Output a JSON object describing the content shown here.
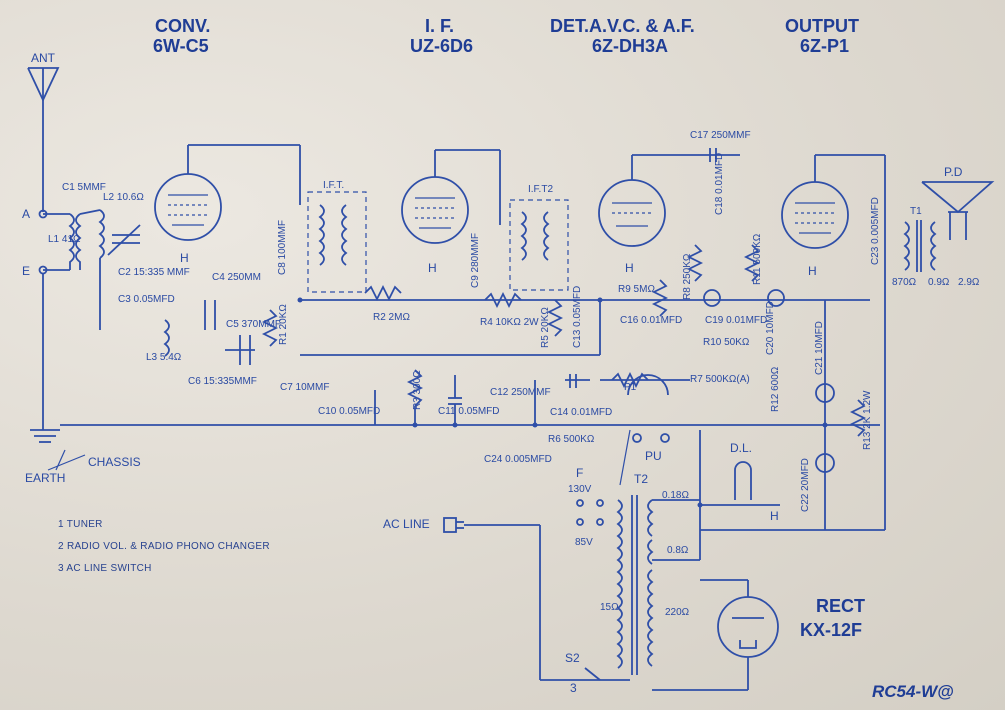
{
  "stages": [
    {
      "name": "CONV.",
      "tube": "6W-C5"
    },
    {
      "name": "I.  F.",
      "tube": "UZ-6D6"
    },
    {
      "name": "DET.A.V.C. & A.F.",
      "tube": "6Z-DH3A"
    },
    {
      "name": "OUTPUT",
      "tube": "6Z-P1"
    }
  ],
  "rectifier": {
    "name": "RECT",
    "tube": "KX-12F"
  },
  "code": "RC54-W@",
  "labels": {
    "ant": "ANT",
    "terminal_a": "A",
    "terminal_e": "E",
    "earth": "EARTH",
    "chassis": "CHASSIS",
    "ac_line": "AC LINE",
    "speaker": "P.D",
    "dial_lamp": "D.L.",
    "pu": "PU",
    "ift1": "I.F.T.",
    "ift2": "I.F.T2",
    "t1": "T1",
    "t2": "T2",
    "fuse": "F",
    "s2": "S2",
    "v130": "130V",
    "v85": "85V"
  },
  "components": {
    "c1": "C1 5MMF",
    "l1": "L1 41Ω",
    "l2": "L2 10.6Ω",
    "c2": "C2 15:335 MMF",
    "c3": "C3 0.05MFD",
    "l3": "L3 5.4Ω",
    "c4": "C4 250MM",
    "c5": "C5 370MMF",
    "c6": "C6 15:335MMF",
    "c7": "C7 10MMF",
    "c8": "C8 100MMF",
    "r1": "R1 20KΩ",
    "c10": "C10 0.05MFD",
    "c11": "C11 0.05MFD",
    "r2": "R2 2MΩ",
    "r3": "R3 300Ω",
    "r4": "R4 10KΩ 2W",
    "r5": "R5 20KΩ",
    "c13": "C13 0.05MFD",
    "c12": "C12 250MMF",
    "c14": "C14 0.01MFD",
    "r6": "R6 500KΩ",
    "c24": "C24 0.005MFD",
    "c17": "C17 250MMF",
    "c18": "C18 0.01MFD",
    "r8": "R8 250KΩ",
    "r9": "R9 5MΩ",
    "c16": "C16 0.01MFD",
    "c19": "C19 0.01MFD",
    "r10": "R10 50KΩ",
    "r7": "R7 500KΩ(A)",
    "r11": "R11 500KΩ",
    "c20": "C20 10MFD",
    "c21": "C21 10MFD",
    "r12": "R12 600Ω",
    "c22": "C22 20MFD",
    "r13": "R13 2K 1.2W",
    "c23": "C23 0.005MFD",
    "r870": "870Ω",
    "r092": "0.9Ω",
    "r29": "2.9Ω",
    "t2_018": "0.18Ω",
    "t2_08": "0.8Ω",
    "t2_15": "15Ω",
    "t2_220": "220Ω",
    "sw3": "3"
  },
  "legend": [
    "1  TUNER",
    "2  RADIO VOL. & RADIO PHONO CHANGER",
    "3  AC LINE SWITCH"
  ]
}
